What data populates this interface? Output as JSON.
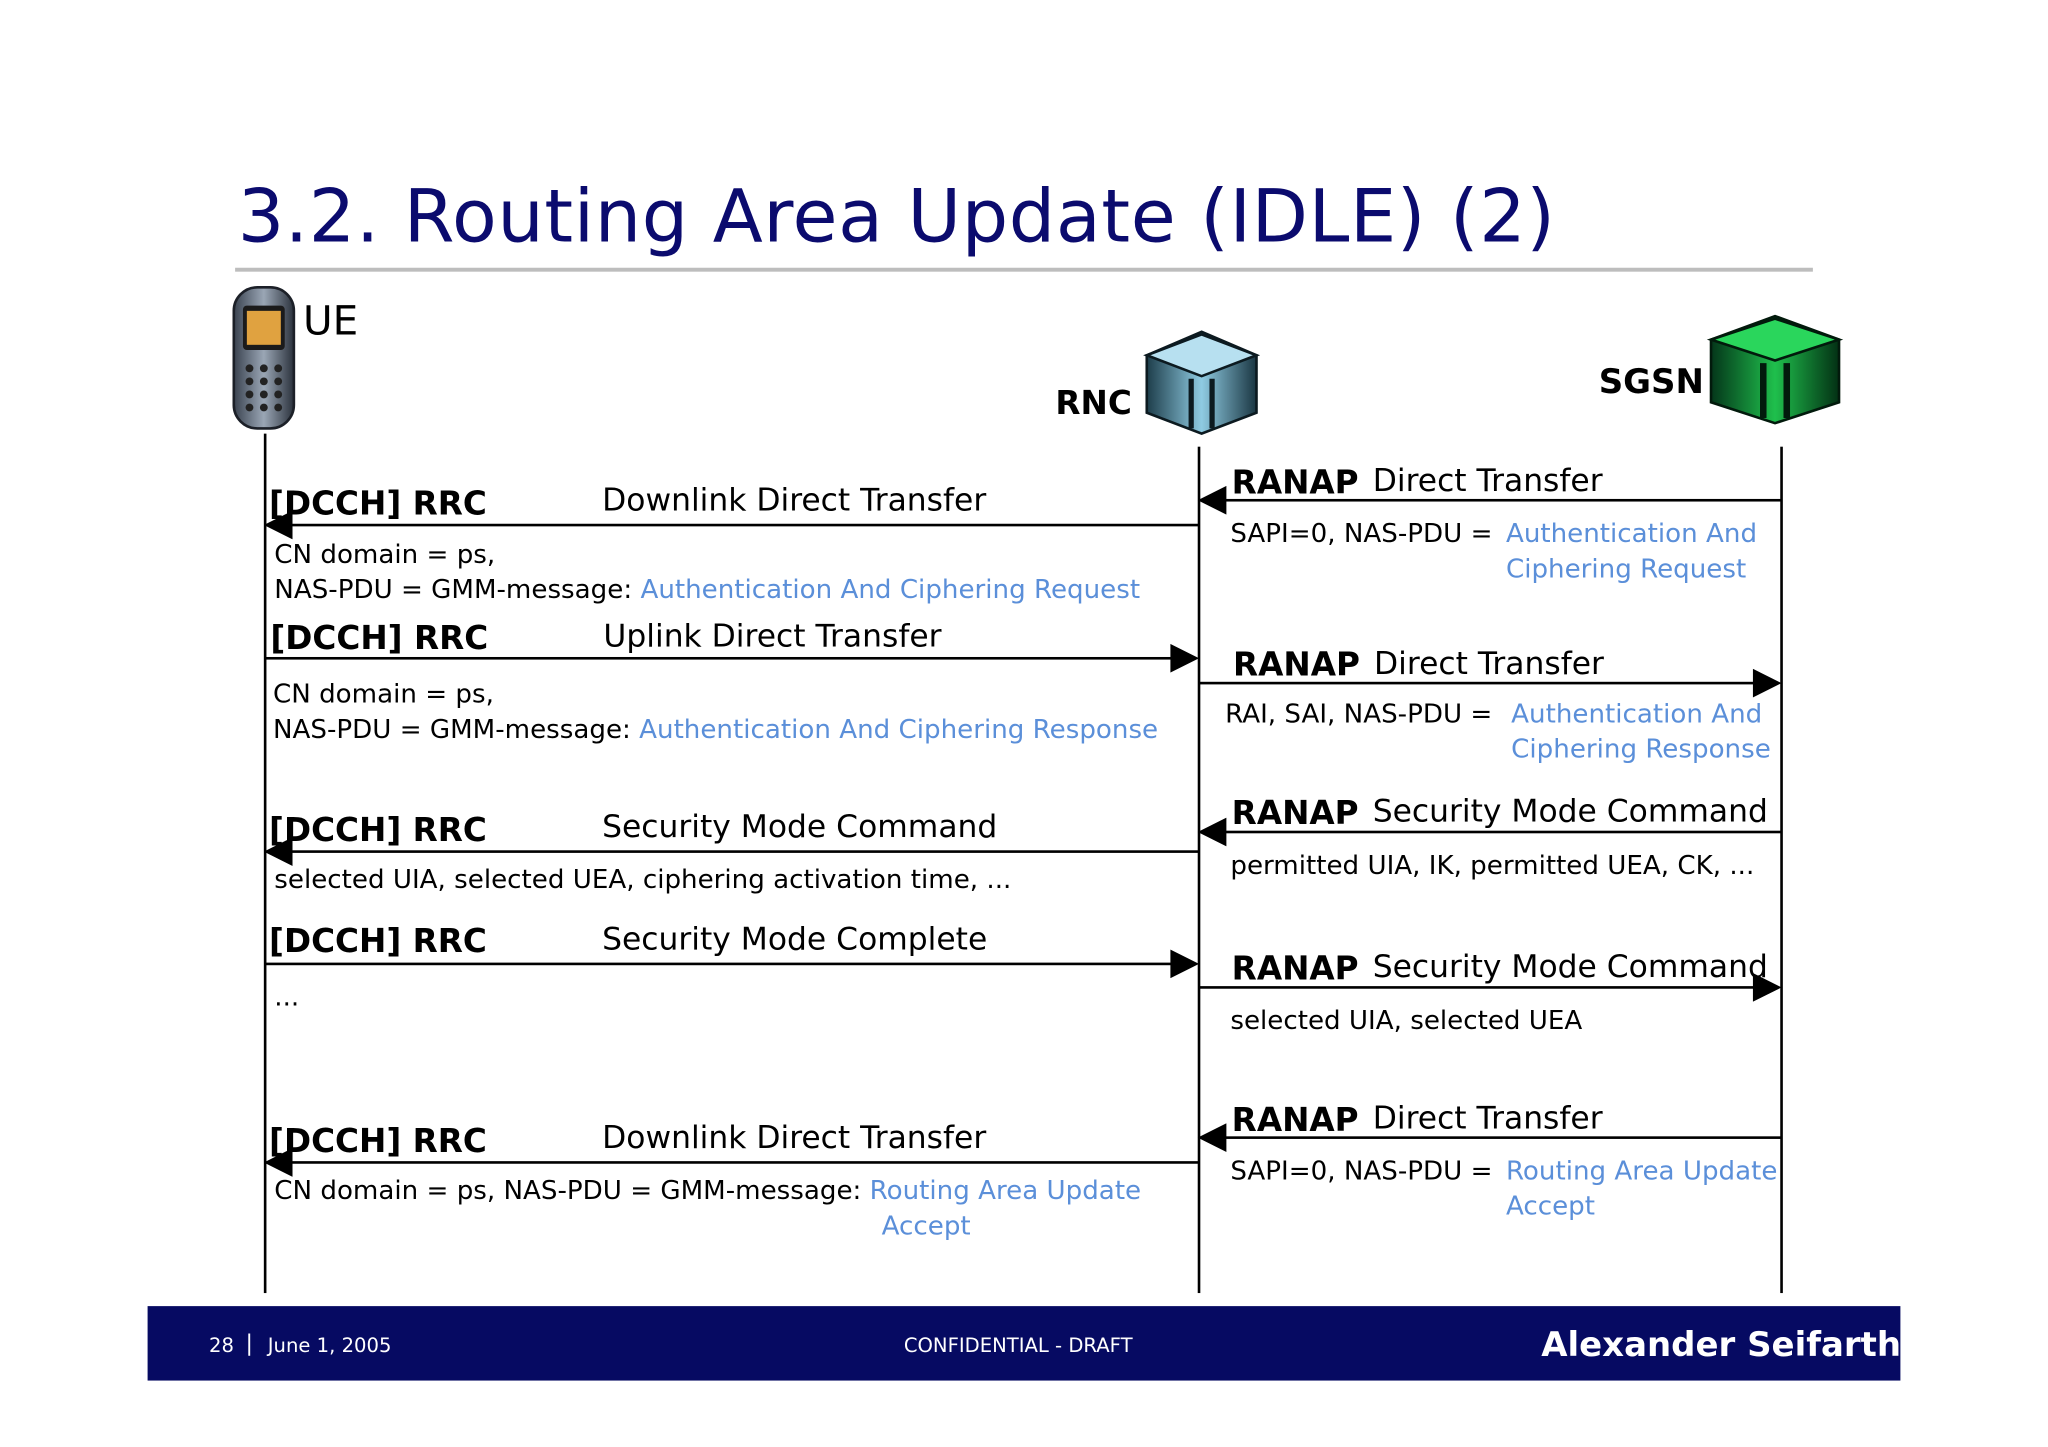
{
  "title": "3.2. Routing Area Update (IDLE) (2)",
  "nodes": {
    "ue": "UE",
    "rnc": "RNC",
    "sgsn": "SGSN"
  },
  "rrc": [
    {
      "proto": "[DCCH] RRC",
      "msg": "Downlink Direct Transfer",
      "line1": "CN domain = ps,",
      "line2_prefix": "NAS-PDU = GMM-message: ",
      "line2_highlight": "Authentication And Ciphering Request"
    },
    {
      "proto": "[DCCH] RRC",
      "msg": "Uplink Direct Transfer",
      "line1": "CN domain = ps,",
      "line2_prefix": "NAS-PDU = GMM-message: ",
      "line2_highlight": "Authentication And Ciphering Response"
    },
    {
      "proto": "[DCCH] RRC",
      "msg": "Security Mode Command",
      "line1": "selected UIA, selected UEA, ciphering activation time, ..."
    },
    {
      "proto": "[DCCH] RRC",
      "msg": "Security Mode Complete",
      "line1": "..."
    },
    {
      "proto": "[DCCH] RRC",
      "msg": "Downlink Direct Transfer",
      "line1_prefix": "CN domain = ps,  NAS-PDU = GMM-message: ",
      "line1_highlight": "Routing Area Update",
      "line2_highlight": "Accept"
    }
  ],
  "ranap": [
    {
      "proto": "RANAP",
      "msg": "Direct Transfer",
      "prefix": "SAPI=0, NAS-PDU = ",
      "highlight1": "Authentication And",
      "highlight2": "Ciphering Request"
    },
    {
      "proto": "RANAP",
      "msg": "Direct Transfer",
      "prefix": "RAI, SAI, NAS-PDU = ",
      "highlight1": "Authentication And",
      "highlight2": "Ciphering Response"
    },
    {
      "proto": "RANAP",
      "msg": "Security Mode Command",
      "line1": "permitted UIA, IK, permitted UEA, CK, ..."
    },
    {
      "proto": "RANAP",
      "msg": "Security Mode Command",
      "line1": "selected UIA, selected UEA"
    },
    {
      "proto": "RANAP",
      "msg": "Direct Transfer",
      "prefix": "SAPI=0, NAS-PDU = ",
      "highlight1": "Routing Area Update",
      "highlight2": "Accept"
    }
  ],
  "footer": {
    "page": "28",
    "separator": "|",
    "date": "June 1, 2005",
    "center": "CONFIDENTIAL - DRAFT",
    "author": "Alexander Seifarth"
  },
  "colors": {
    "title": "#0b0b6e",
    "highlight": "#5b8fd9",
    "footer_bg": "#060a62",
    "rnc_icon": "#6fb7d4",
    "sgsn_icon": "#0a8a2e"
  }
}
